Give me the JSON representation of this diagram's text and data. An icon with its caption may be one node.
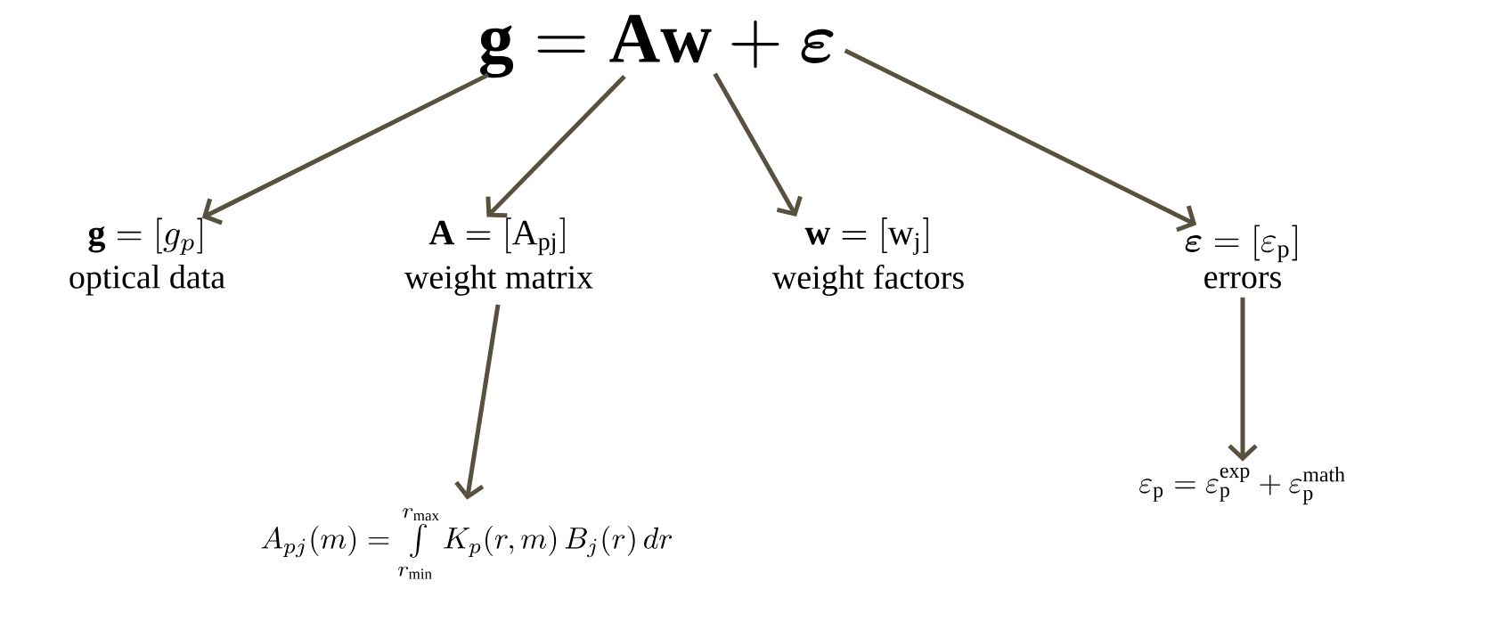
{
  "diagram": {
    "nodes": [
      {
        "text": [
          "\\mathbf{g} = \\mathbf{Aw} + \\boldsymbol{\\varepsilon}"
        ]
      },
      {
        "text": [
          "\\mathbf{g} = [g_p]",
          "optical data"
        ]
      },
      {
        "text": [
          "\\mathbf{A} = [\\mathrm{A}_{\\mathrm{pj}}]",
          "weight matrix"
        ]
      },
      {
        "text": [
          "\\mathbf{w} = [\\mathrm{w}_{\\mathrm{j}}]",
          "weight factors"
        ]
      },
      {
        "text": [
          "\\boldsymbol{\\varepsilon} = [\\varepsilon_{\\mathrm{p}}]",
          "errors"
        ]
      },
      {
        "text": [
          "A_{pj}(m) = \\int\\limits_{r_{\\min}}^{r_{\\max}} K_p(r,m)\\, B_j(r)\\, dr"
        ]
      },
      {
        "text": [
          "\\varepsilon_{\\mathrm{p}} = \\varepsilon_{\\mathrm{p}}^{\\mathrm{exp}} + \\varepsilon_{\\mathrm{p}}^{\\mathrm{math}}"
        ]
      }
    ],
    "edges": [
      {
        "from": 0,
        "to": 1,
        "arrow": "to"
      },
      {
        "from": 0,
        "to": 2,
        "arrow": "to"
      },
      {
        "from": 0,
        "to": 3,
        "arrow": "to"
      },
      {
        "from": 0,
        "to": 4,
        "arrow": "to"
      },
      {
        "from": 2,
        "to": 5,
        "arrow": "to"
      },
      {
        "from": 4,
        "to": 6,
        "arrow": "to"
      }
    ]
  }
}
